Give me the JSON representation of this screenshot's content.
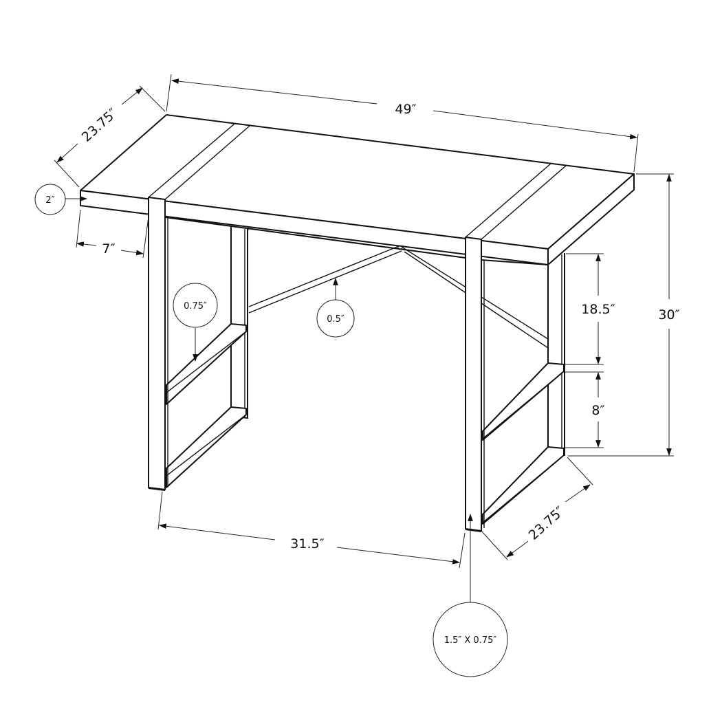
{
  "diagram": {
    "subject": "Desk dimension drawing",
    "colors": {
      "line": "#111111",
      "background": "#ffffff"
    },
    "dimensions": {
      "width": "49″",
      "depth_top": "23.75″",
      "depth_base": "23.75″",
      "height": "30″",
      "top_thickness": "2″",
      "overhang": "7″",
      "leg_spacing": "31.5″",
      "upper_opening": "18.5″",
      "lower_shelf_height": "8″",
      "shelf_bar_thickness": "0.75″",
      "cross_brace_thickness": "0.5″",
      "leg_profile": "1.5″ X 0.75″"
    }
  }
}
